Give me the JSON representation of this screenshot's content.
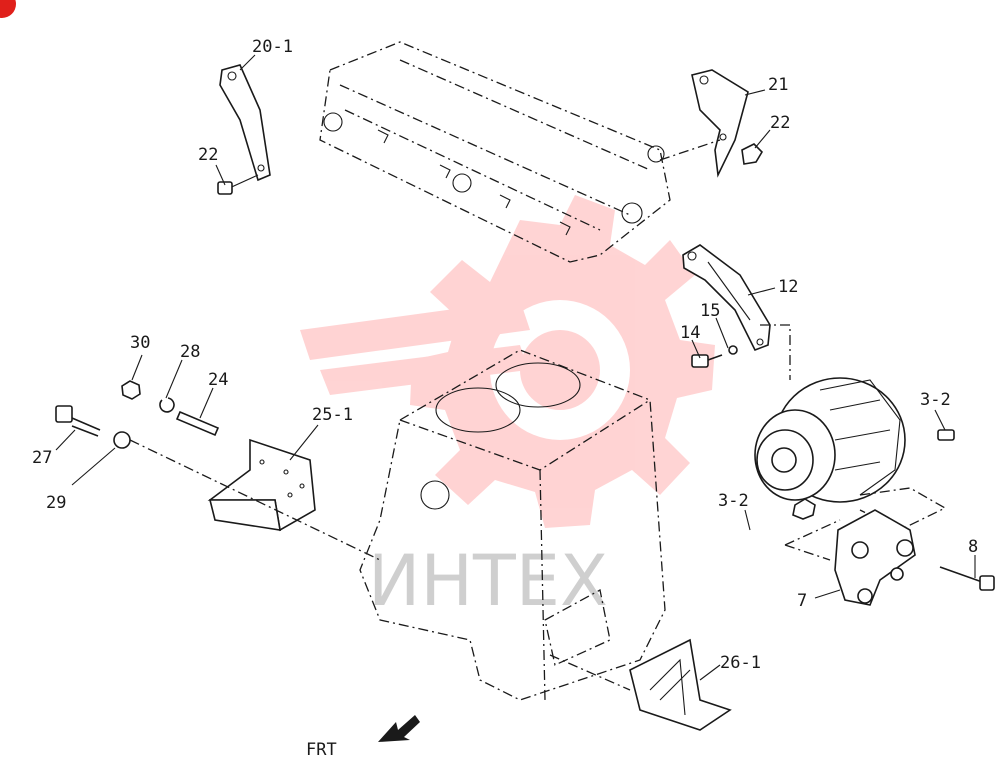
{
  "watermark": {
    "text": "ИНТЕХ",
    "color": "#ff3b3b"
  },
  "corner_badge_color": "#e0201b",
  "direction": {
    "label": "FRT",
    "icon": "arrow-icon"
  },
  "callouts": {
    "p20_1": "20-1",
    "p22_left": "22",
    "p21": "21",
    "p22_right": "22",
    "p12": "12",
    "p15": "15",
    "p14": "14",
    "p30": "30",
    "p28": "28",
    "p24": "24",
    "p27": "27",
    "p29": "29",
    "p25_1": "25-1",
    "p3_2_top": "3-2",
    "p3_2_bottom": "3-2",
    "p8": "8",
    "p7": "7",
    "p26_1": "26-1"
  }
}
